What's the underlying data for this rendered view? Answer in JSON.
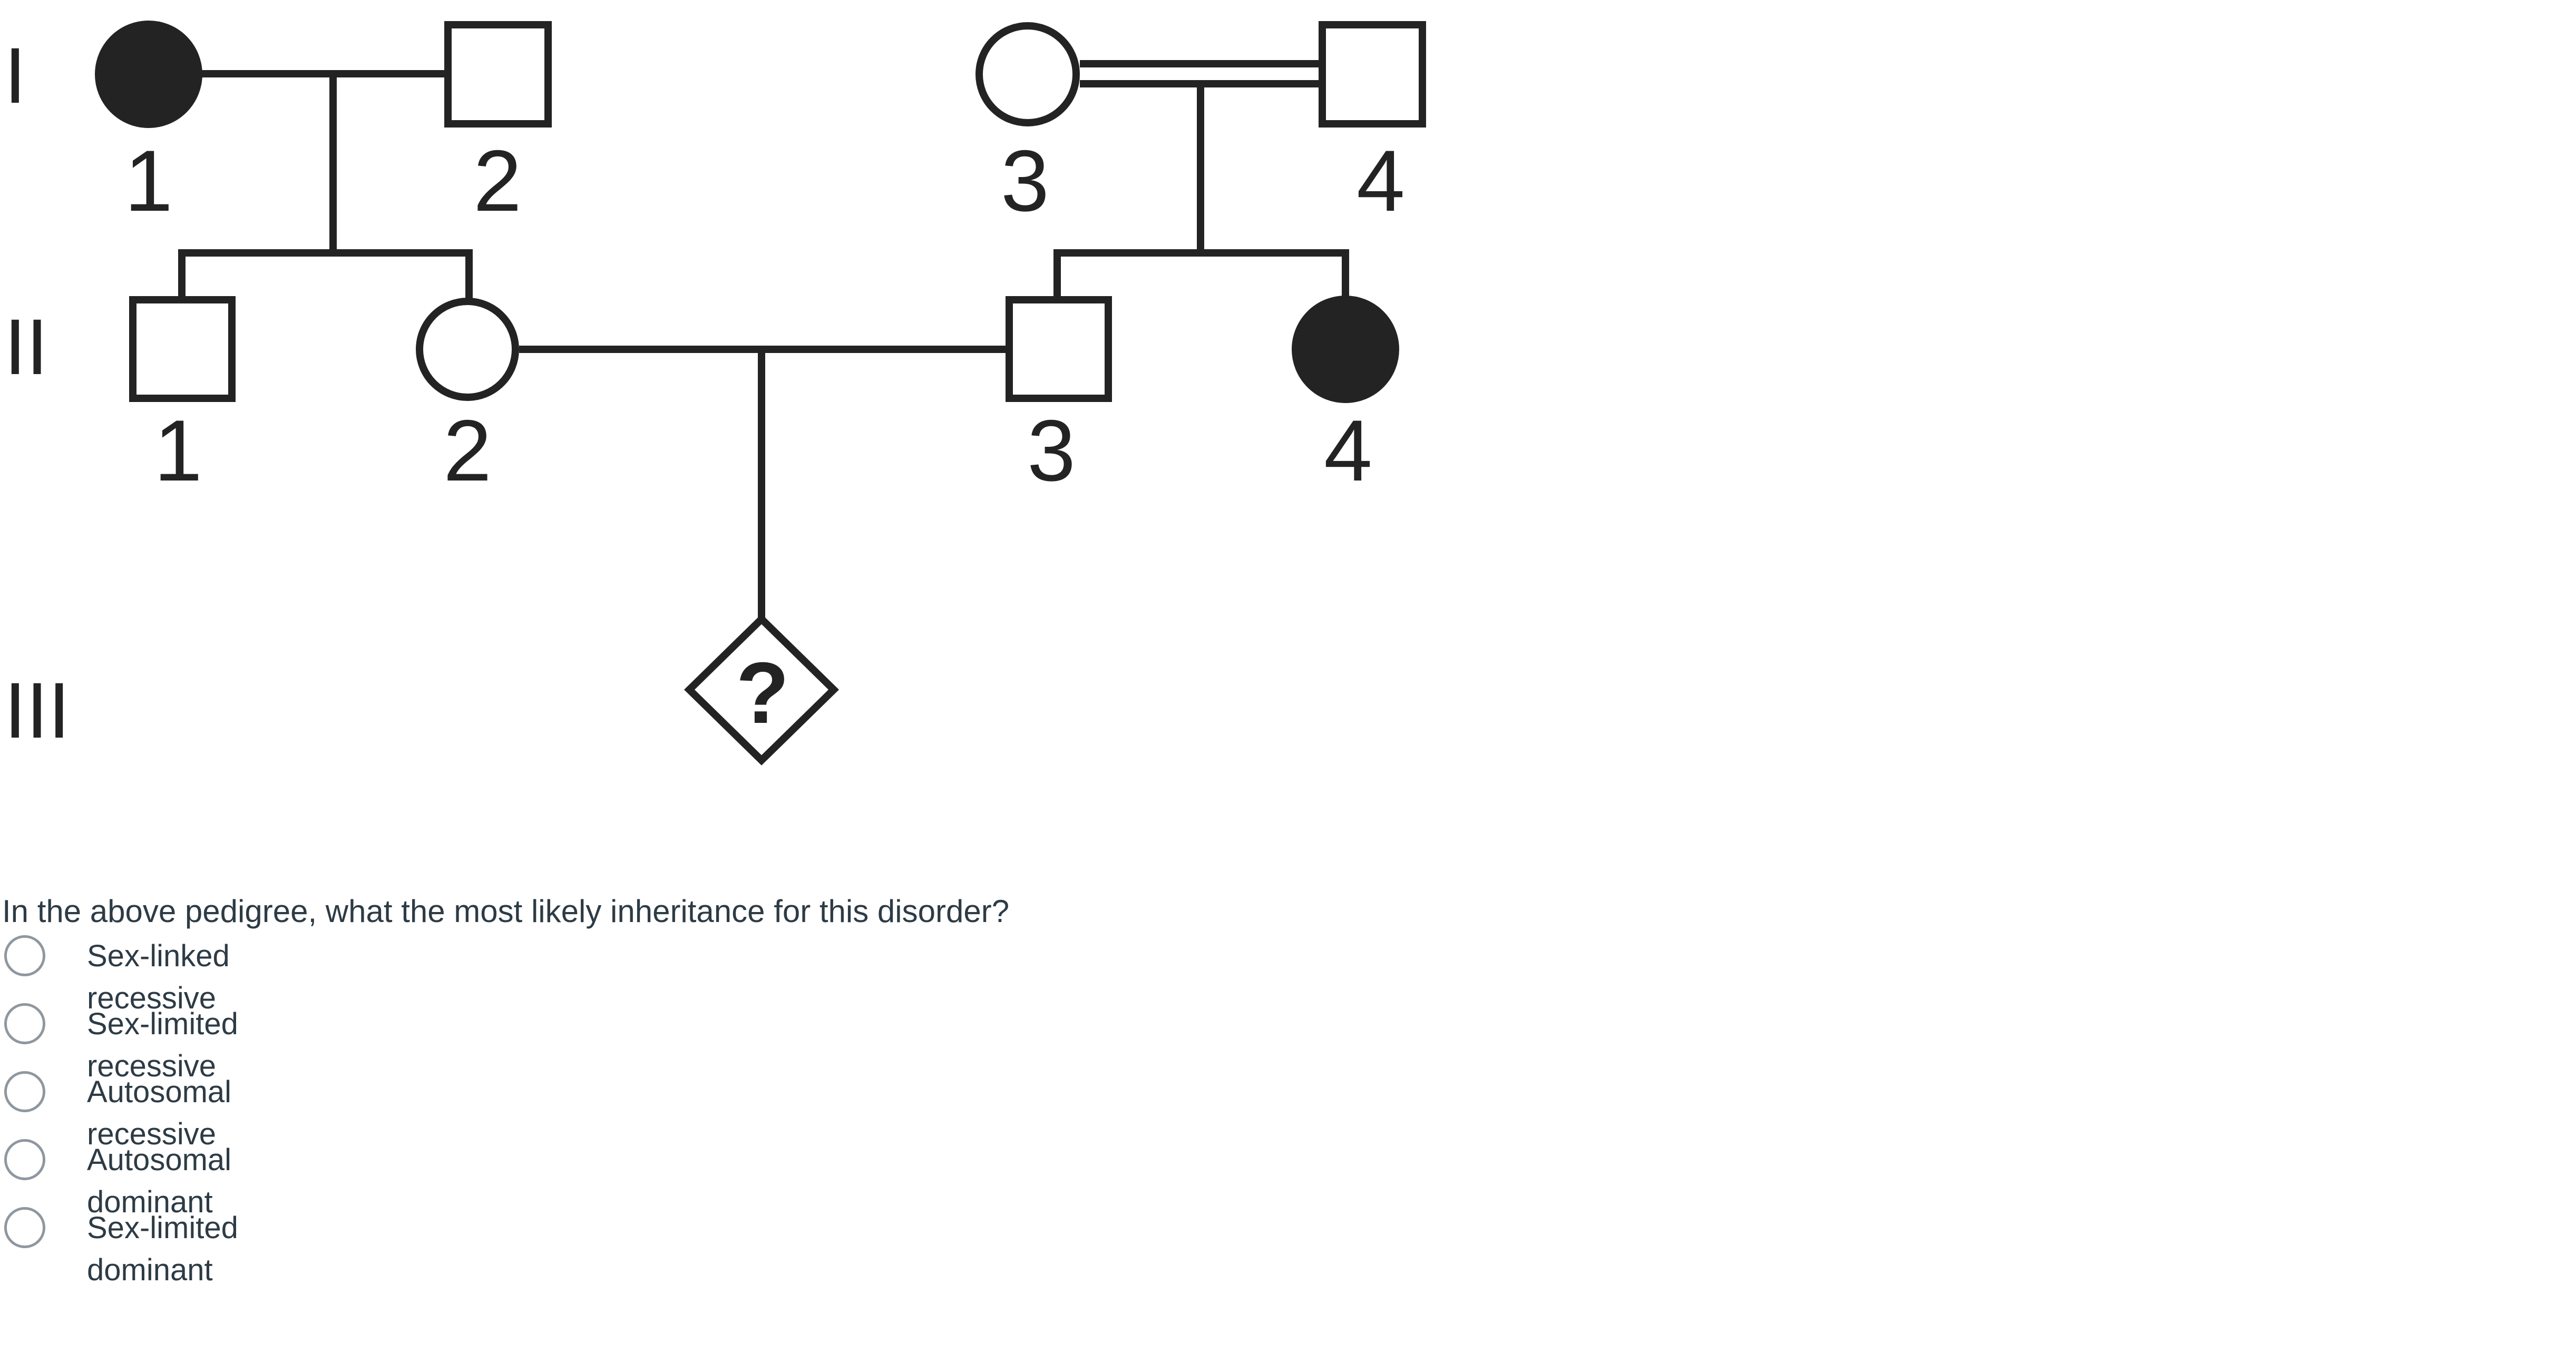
{
  "pedigree": {
    "generation_labels": [
      "I",
      "II",
      "III"
    ],
    "gen1": [
      {
        "number": "1",
        "sex": "female",
        "affected": true
      },
      {
        "number": "2",
        "sex": "male",
        "affected": false
      },
      {
        "number": "3",
        "sex": "female",
        "affected": false
      },
      {
        "number": "4",
        "sex": "male",
        "affected": false
      }
    ],
    "gen2": [
      {
        "number": "1",
        "sex": "male",
        "affected": false
      },
      {
        "number": "2",
        "sex": "female",
        "affected": false
      },
      {
        "number": "3",
        "sex": "male",
        "affected": false
      },
      {
        "number": "4",
        "sex": "female",
        "affected": true
      }
    ],
    "proband_symbol": "?",
    "consanguineous_union": "I-3 x I-4",
    "ink_color": "#232323"
  },
  "question": {
    "text": "In the above pedigree, what the most likely inheritance for this disorder?"
  },
  "options": [
    {
      "label": "Sex-linked recessive",
      "selected": false
    },
    {
      "label": "Sex-limited recessive",
      "selected": false
    },
    {
      "label": "Autosomal recessive",
      "selected": false
    },
    {
      "label": "Autosomal dominant",
      "selected": false
    },
    {
      "label": "Sex-limited dominant",
      "selected": false
    }
  ],
  "colors": {
    "text": "#2d3b45",
    "radio_border": "#8f979f",
    "background": "#ffffff"
  }
}
